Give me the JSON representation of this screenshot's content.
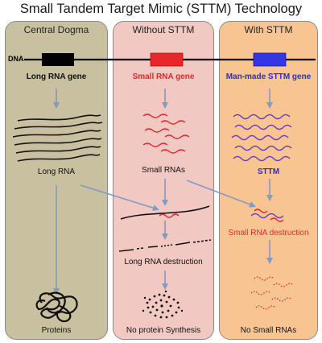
{
  "title": "Small Tandem Target Mimic (STTM) Technology",
  "panels": {
    "central": {
      "title": "Central Dogma",
      "bg": "#c9c0a0"
    },
    "without": {
      "title": "Without STTM",
      "bg": "#f2c8c2"
    },
    "with": {
      "title": "With STTM",
      "bg": "#f8c592"
    }
  },
  "dna_label": "DNA",
  "genes": {
    "long": {
      "label": "Long RNA gene",
      "color": "#000000"
    },
    "small": {
      "label": "Small RNA gene",
      "color": "#e8272b"
    },
    "sttm": {
      "label": "Man-made STTM gene",
      "color": "#3434e8"
    }
  },
  "labels": {
    "long_rna": "Long RNA",
    "small_rnas": "Small RNAs",
    "sttm": "STTM",
    "proteins": "Proteins",
    "long_rna_destruction": "Long RNA destruction",
    "no_protein_synthesis": "No protein Synthesis",
    "small_rna_destruction": "Small RNA destruction",
    "no_small_rnas": "No Small RNAs"
  },
  "colors": {
    "arrow": "#7f9cc2",
    "red_text": "#e8272b",
    "blue_text": "#2a2ad6",
    "purple_rna": "#6b3fc4"
  }
}
